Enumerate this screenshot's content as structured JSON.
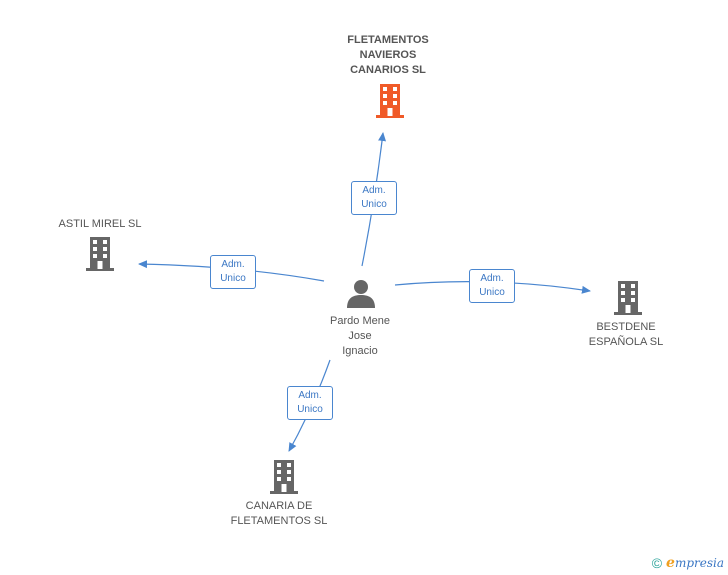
{
  "center": {
    "name": "Pardo Mene\nJose\nIgnacio",
    "icon": "person-icon"
  },
  "companies": [
    {
      "id": "fletamentos",
      "name": "FLETAMENTOS\nNAVIEROS\nCANARIOS SL",
      "icon": "building-icon",
      "color": "#f05a28",
      "highlight": true
    },
    {
      "id": "astil",
      "name": "ASTIL MIREL SL",
      "icon": "building-icon",
      "color": "#666666",
      "highlight": false
    },
    {
      "id": "bestdene",
      "name": "BESTDENE\nESPAÑOLA SL",
      "icon": "building-icon",
      "color": "#666666",
      "highlight": false
    },
    {
      "id": "canaria",
      "name": "CANARIA DE\nFLETAMENTOS SL",
      "icon": "building-icon",
      "color": "#666666",
      "highlight": false
    }
  ],
  "relations": [
    {
      "to": "fletamentos",
      "label": "Adm.\nUnico"
    },
    {
      "to": "astil",
      "label": "Adm.\nUnico"
    },
    {
      "to": "bestdene",
      "label": "Adm.\nUnico"
    },
    {
      "to": "canaria",
      "label": "Adm.\nUnico"
    }
  ],
  "colors": {
    "edge": "#4a86cf",
    "person": "#666666"
  },
  "footer": {
    "copyright": "©",
    "brand_e": "e",
    "brand_rest": "mpresia"
  }
}
